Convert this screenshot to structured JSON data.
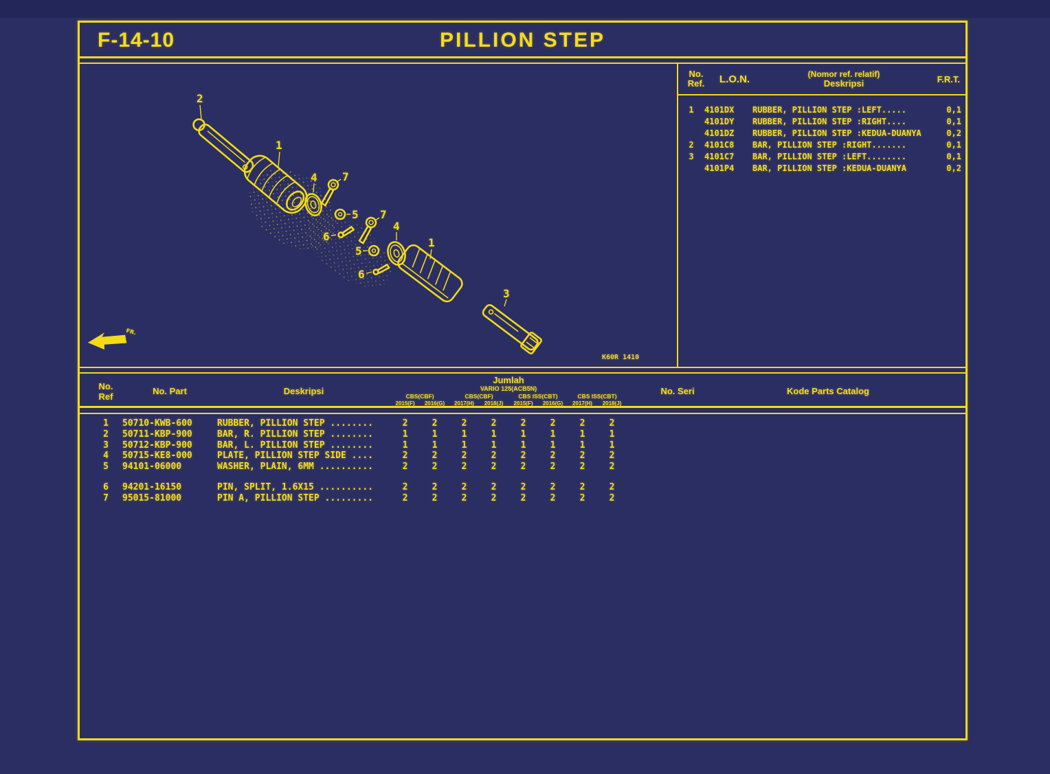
{
  "page": {
    "code": "F-14-10",
    "title": "PILLION STEP"
  },
  "colors": {
    "background": "#2b2e63",
    "accent_yellow": "#f2da18"
  },
  "ref_table": {
    "header": {
      "no": "No.",
      "ref": "Ref.",
      "lon": "L.O.N.",
      "desc1": "(Nomor ref. relatif)",
      "desc2": "Deskripsi",
      "frt": "F.R.T."
    },
    "rows": [
      {
        "ref": "1",
        "lon": "4101DX",
        "desc": "RUBBER, PILLION STEP :LEFT.....",
        "frt": "0,1"
      },
      {
        "ref": "",
        "lon": "4101DY",
        "desc": "RUBBER, PILLION STEP :RIGHT....",
        "frt": "0,1"
      },
      {
        "ref": "",
        "lon": "4101DZ",
        "desc": "RUBBER, PILLION STEP :KEDUA-DUANYA",
        "frt": "0,2"
      },
      {
        "ref": "2",
        "lon": "4101C8",
        "desc": "BAR, PILLION STEP :RIGHT.......",
        "frt": "0,1"
      },
      {
        "ref": "3",
        "lon": "4101C7",
        "desc": "BAR, PILLION STEP :LEFT........",
        "frt": "0,1"
      },
      {
        "ref": "",
        "lon": "4101P4",
        "desc": "BAR, PILLION STEP :KEDUA-DUANYA",
        "frt": "0,2"
      }
    ]
  },
  "diagram": {
    "fr_label": "FR.",
    "code": "K60R 1410",
    "callouts": [
      {
        "n": "2"
      },
      {
        "n": "1"
      },
      {
        "n": "4"
      },
      {
        "n": "7"
      },
      {
        "n": "5"
      },
      {
        "n": "6"
      },
      {
        "n": "7"
      },
      {
        "n": "5"
      },
      {
        "n": "4"
      },
      {
        "n": "6"
      },
      {
        "n": "1"
      },
      {
        "n": "3"
      }
    ]
  },
  "parts_table": {
    "headers": {
      "no": "No.",
      "ref": "Ref",
      "part": "No. Part",
      "desc": "Deskripsi",
      "jumlah": "Jumlah",
      "model": "VARIO 125(ACB5N)",
      "groups": [
        "CBS(CBF)",
        "CBS(CBF)",
        "CBS ISS(CBT)",
        "CBS ISS(CBT)"
      ],
      "years": [
        "2015(F)",
        "2016(G)",
        "2017(H)",
        "2018(J)",
        "2015(F)",
        "2016(G)",
        "2017(H)",
        "2018(J)"
      ],
      "seri": "No. Seri",
      "kode": "Kode Parts Catalog"
    },
    "rows": [
      {
        "ref": "1",
        "part": "50710-KWB-600",
        "desc": "RUBBER, PILLION STEP ........",
        "qty": [
          "2",
          "2",
          "2",
          "2",
          "2",
          "2",
          "2",
          "2"
        ],
        "gap_before": false
      },
      {
        "ref": "2",
        "part": "50711-KBP-900",
        "desc": "BAR, R. PILLION STEP ........",
        "qty": [
          "1",
          "1",
          "1",
          "1",
          "1",
          "1",
          "1",
          "1"
        ],
        "gap_before": false
      },
      {
        "ref": "3",
        "part": "50712-KBP-900",
        "desc": "BAR, L. PILLION STEP ........",
        "qty": [
          "1",
          "1",
          "1",
          "1",
          "1",
          "1",
          "1",
          "1"
        ],
        "gap_before": false
      },
      {
        "ref": "4",
        "part": "50715-KE8-000",
        "desc": "PLATE, PILLION STEP SIDE ....",
        "qty": [
          "2",
          "2",
          "2",
          "2",
          "2",
          "2",
          "2",
          "2"
        ],
        "gap_before": false
      },
      {
        "ref": "5",
        "part": "94101-06000",
        "desc": "WASHER, PLAIN, 6MM ..........",
        "qty": [
          "2",
          "2",
          "2",
          "2",
          "2",
          "2",
          "2",
          "2"
        ],
        "gap_before": false
      },
      {
        "ref": "6",
        "part": "94201-16150",
        "desc": "PIN, SPLIT, 1.6X15 ..........",
        "qty": [
          "2",
          "2",
          "2",
          "2",
          "2",
          "2",
          "2",
          "2"
        ],
        "gap_before": true
      },
      {
        "ref": "7",
        "part": "95015-81000",
        "desc": "PIN A, PILLION STEP .........",
        "qty": [
          "2",
          "2",
          "2",
          "2",
          "2",
          "2",
          "2",
          "2"
        ],
        "gap_before": false
      }
    ]
  }
}
